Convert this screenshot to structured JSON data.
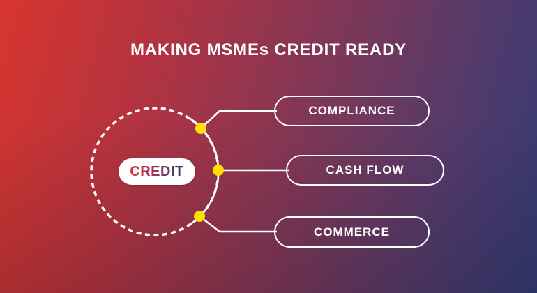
{
  "diagram": {
    "title": "MAKING MSMEs CREDIT READY",
    "center_label": "CREDIT",
    "nodes": [
      {
        "label": "COMPLIANCE"
      },
      {
        "label": "CASH FLOW"
      },
      {
        "label": "COMMERCE"
      }
    ],
    "colors": {
      "background_gradient_start": "#d7352e",
      "background_gradient_mid": "#7f3757",
      "background_gradient_end": "#333a73",
      "title_text": "#ffffff",
      "node_border": "#ffffff",
      "node_text": "#ffffff",
      "connector_line": "#ffffff",
      "dot": "#ffe000",
      "credit_pill_background": "#ffffff",
      "credit_text_gradient_start": "#d52f2f",
      "credit_text_gradient_end": "#2c3a70"
    }
  }
}
